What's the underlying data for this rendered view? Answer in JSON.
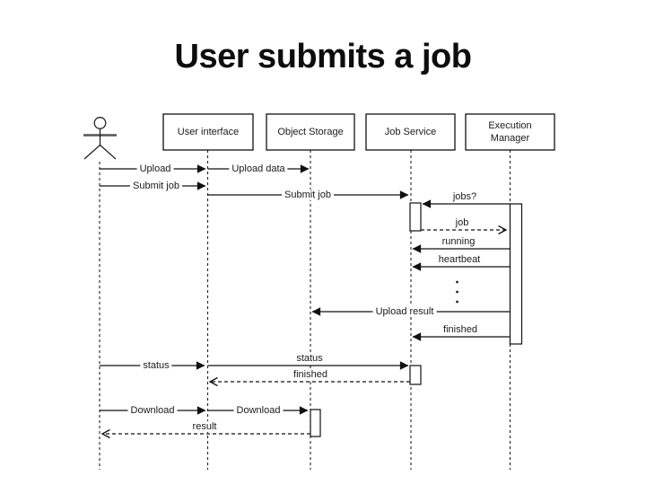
{
  "title": "User submits a job",
  "participants": [
    {
      "label": "User interface"
    },
    {
      "label": "Object Storage"
    },
    {
      "label": "Job Service"
    },
    {
      "label": "Execution Manager"
    }
  ],
  "messages": {
    "upload": "Upload",
    "upload_data": "Upload data",
    "submit_job_1": "Submit job",
    "submit_job_2": "Submit job",
    "jobs_query": "jobs?",
    "job": "job",
    "running": "running",
    "heartbeat": "heartbeat",
    "upload_result": "Upload result",
    "finished_1": "finished",
    "status_1": "status",
    "status_2": "status",
    "finished_2": "finished",
    "download_1": "Download",
    "download_2": "Download",
    "result": "result"
  },
  "colors": {
    "line": "#111111",
    "background": "#ffffff",
    "text": "#1a1a1a"
  }
}
